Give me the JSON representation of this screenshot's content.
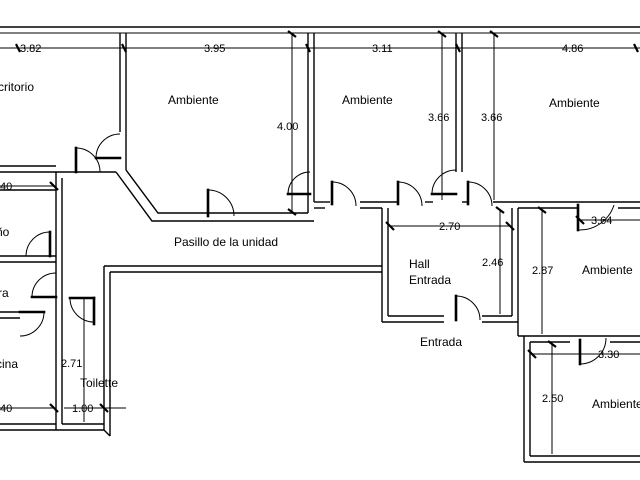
{
  "rooms": {
    "escritorio": "Escritorio",
    "ambiente_1": "Ambiente",
    "ambiente_2": "Ambiente",
    "ambiente_3": "Ambiente",
    "ambiente_4": "Ambiente",
    "ambiente_5": "Ambiente",
    "bano_partial": "ño",
    "lavadero_partial": "ra",
    "cocina_partial": "cina",
    "pasillo": "Pasillo de la unidad",
    "hall_line1": "Hall",
    "hall_line2": "Entrada",
    "entrada": "Entrada",
    "toilette": "Toilette"
  },
  "dimensions": {
    "escritorio_width": "3.82",
    "ambiente1_width": "3.95",
    "ambiente1_depth": "4.00",
    "ambiente2_width": "3.11",
    "ambiente2_depth": "3.66",
    "ambiente3_depth": "3.66",
    "ambiente3_width": "4.86",
    "hall_width": "2.70",
    "hall_depth": "2.46",
    "ambiente4_width": "3.64",
    "ambiente4_depth": "2.87",
    "ambiente5_width": "3.30",
    "ambiente5_depth": "2.50",
    "left_top": "40",
    "left_bottom": "40",
    "toilette_depth": "2.71",
    "toilette_width": "1.00"
  }
}
